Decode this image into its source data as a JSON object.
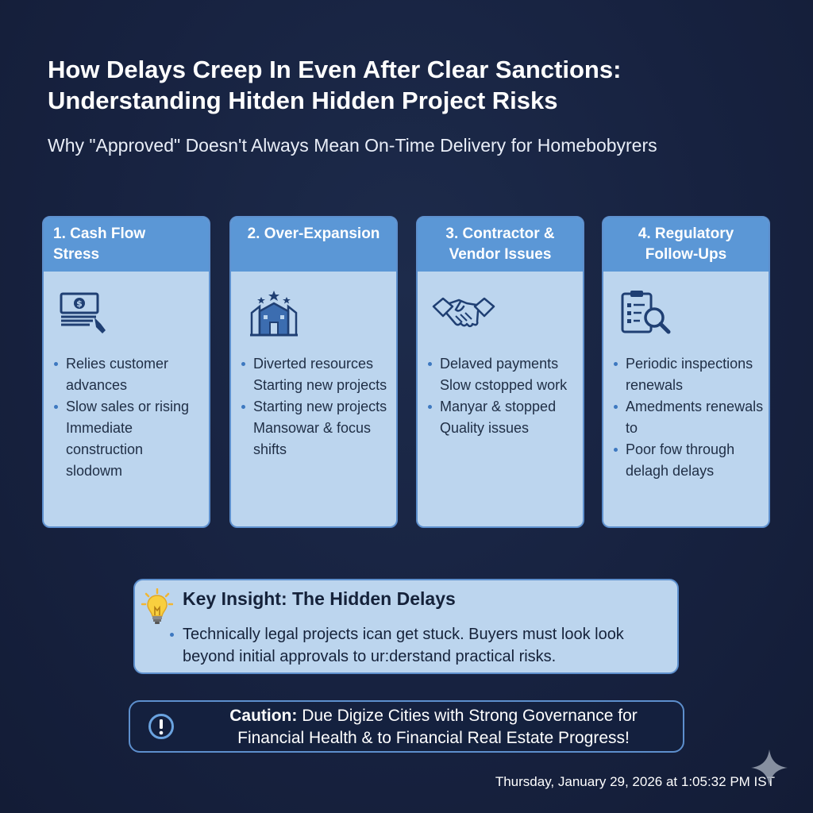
{
  "title": {
    "line1": "How Delays Creep In Even After Clear Sanctions:",
    "line2": "Understanding Hitden Hidden Project Risks"
  },
  "subtitle": "Why \"Approved\" Doesn't Always Mean On-Time Delivery for Homebobyrers",
  "cards": [
    {
      "header": [
        "1. Cash Flow",
        "Stress"
      ],
      "icon": "money-hand-icon",
      "bullets": [
        [
          "Relies customer",
          "advances"
        ],
        [
          "Slow sales or rising",
          "Immediate",
          "construction",
          "slodowm"
        ]
      ]
    },
    {
      "header": [
        "2. Over-Expansion"
      ],
      "icon": "buildings-stars-icon",
      "bullets": [
        [
          "Diverted resources",
          "Starting new projects"
        ],
        [
          "Starting new projects",
          "Mansowar & focus",
          "shifts"
        ]
      ]
    },
    {
      "header": [
        "3. Contractor &",
        "Vendor Issues"
      ],
      "icon": "handshake-icon",
      "bullets": [
        [
          "Delaved payments",
          "Slow cstopped work"
        ],
        [
          "Manyar & stopped",
          "Quality issues"
        ]
      ]
    },
    {
      "header": [
        "4. Regulatory",
        "Follow-Ups"
      ],
      "icon": "clipboard-magnifier-icon",
      "bullets": [
        [
          "Periodic inspections",
          "renewals"
        ],
        [
          "Amedments renewals",
          "to"
        ],
        [
          "Poor fow through",
          "delagh delays"
        ]
      ]
    }
  ],
  "insight": {
    "icon": "lightbulb-icon",
    "title": "Key Insight: The Hidden Delays",
    "text": [
      "Technically legal projects ican get stuck. Buyers must look look",
      "beyond initial approvals to ur:derstand practical risks."
    ]
  },
  "caution": {
    "icon": "exclamation-circle-icon",
    "label": "Caution:",
    "line1": " Due Digize Cities with Strong Governance for",
    "line2": "Financial Health & to Financial Real Estate Progress!"
  },
  "timestamp": "Thursday, January 29, 2026 at 1:05:32 PM IST",
  "colors": {
    "background": "#182440",
    "card_body": "#bcd5ee",
    "card_header": "#5b97d6",
    "border": "#5d8fcd",
    "icon": "#1f3f73"
  }
}
